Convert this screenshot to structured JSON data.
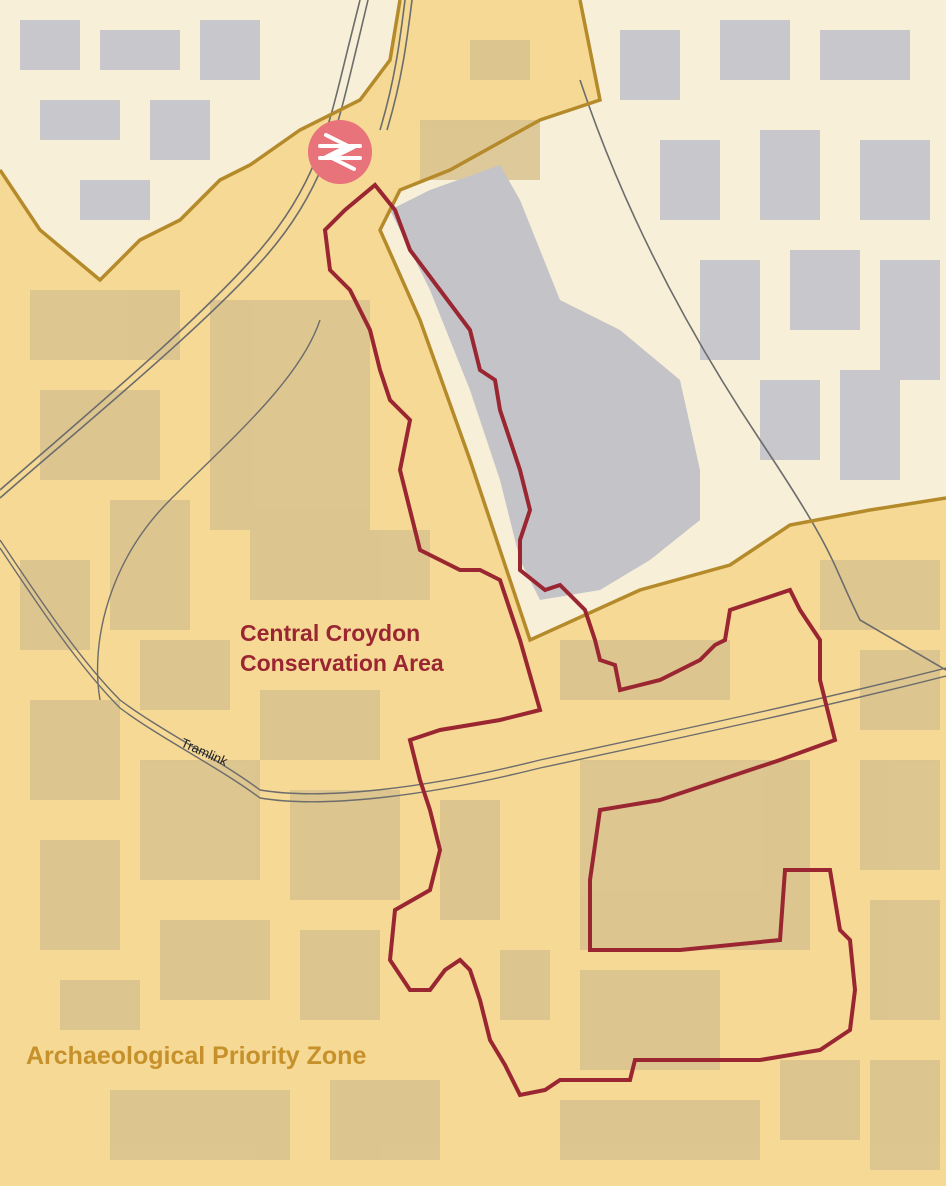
{
  "colors": {
    "zone_fill": "#f5d995",
    "outside_fill": "#f7efd7",
    "building_zone": "#d9c290",
    "building_outside": "#c8c8cc",
    "carpark": "#c3c3c8",
    "apz_boundary": "#b58a2a",
    "ca_boundary": "#9a2632",
    "rail": "#6c6c6c",
    "station_badge": "#e8737a"
  },
  "icons": [
    "national-rail-icon"
  ],
  "labels": {
    "conservation_area_line1": "Central Croydon",
    "conservation_area_line2": "Conservation Area",
    "archaeological_zone": "Archaeological Priority Zone",
    "tramlink": "Tramlink"
  }
}
